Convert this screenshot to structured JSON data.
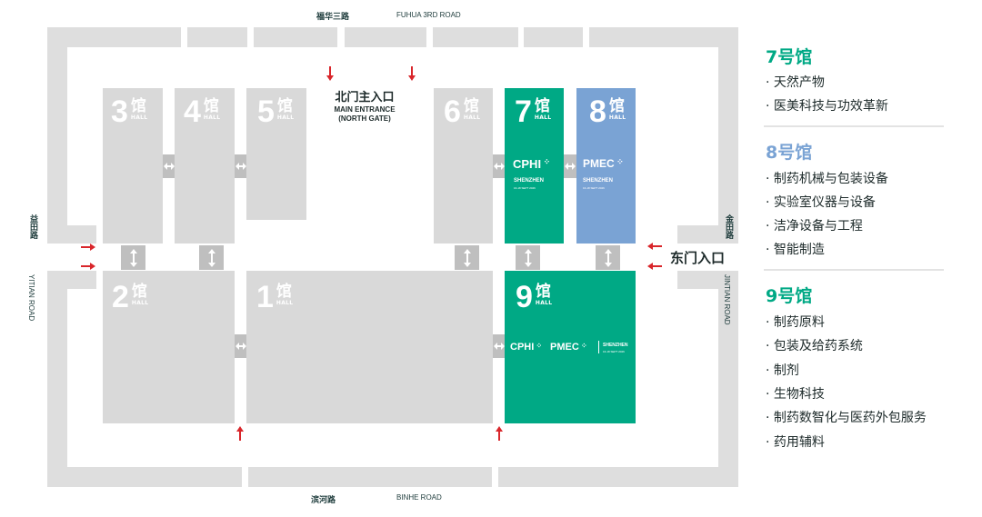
{
  "roads": {
    "north_zh": "福华三路",
    "north_en": "FUHUA 3RD ROAD",
    "south_zh": "滨河路",
    "south_en": "BINHE ROAD",
    "west_zh": "益田路",
    "west_en": "YITIAN ROAD",
    "east_zh": "金田路",
    "east_en": "JINTIAN ROAD"
  },
  "entrances": {
    "north_zh": "北门主入口",
    "north_en_1": "MAIN ENTRANCE",
    "north_en_2": "(NORTH GATE)",
    "east_zh": "东门入口"
  },
  "halls": [
    {
      "num": "3",
      "zh": "馆",
      "en": "HALL"
    },
    {
      "num": "4",
      "zh": "馆",
      "en": "HALL"
    },
    {
      "num": "5",
      "zh": "馆",
      "en": "HALL"
    },
    {
      "num": "6",
      "zh": "馆",
      "en": "HALL"
    },
    {
      "num": "7",
      "zh": "馆",
      "en": "HALL"
    },
    {
      "num": "8",
      "zh": "馆",
      "en": "HALL"
    },
    {
      "num": "2",
      "zh": "馆",
      "en": "HALL"
    },
    {
      "num": "1",
      "zh": "馆",
      "en": "HALL"
    },
    {
      "num": "9",
      "zh": "馆",
      "en": "HALL"
    }
  ],
  "brands": {
    "cphi": "CPHI",
    "pmec": "PMEC",
    "shenzhen": "SHENZHEN",
    "dates": "16-18 SEPT 2026"
  },
  "legend": {
    "hall7": {
      "title": "7号馆",
      "items": [
        "· 天然产物",
        "· 医美科技与功效革新"
      ]
    },
    "hall8": {
      "title": "8号馆",
      "items": [
        "· 制药机械与包装设备",
        "· 实验室仪器与设备",
        "· 洁净设备与工程",
        "· 智能制造"
      ]
    },
    "hall9": {
      "title": "9号馆",
      "items": [
        "· 制药原料",
        "· 包装及给药系统",
        "· 制剂",
        "· 生物科技",
        "· 制药数智化与医药外包服务",
        "· 药用辅料"
      ]
    }
  },
  "colors": {
    "green": "#00a985",
    "blue": "#7aa3d4",
    "hall_gray": "#d9d9d9",
    "wall_gray": "#dedede",
    "arrow_red": "#d9262b"
  }
}
